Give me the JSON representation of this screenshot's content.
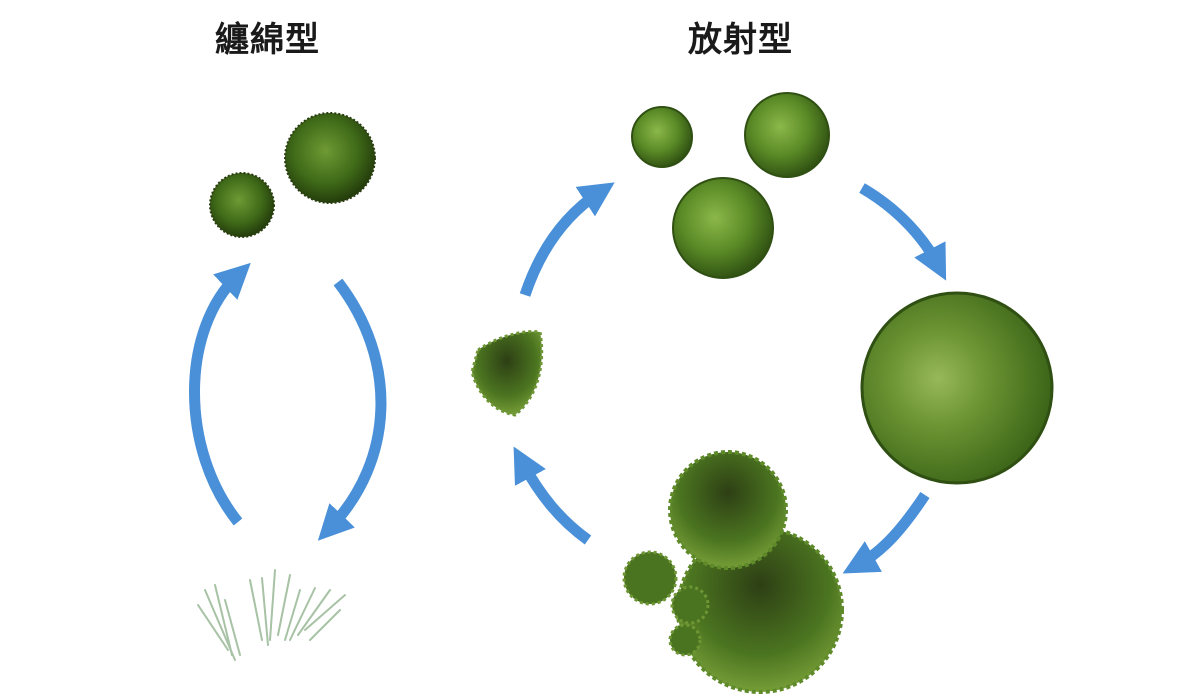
{
  "labels": {
    "left_title": "纏綿型",
    "right_title": "放射型"
  },
  "colors": {
    "arrow": "#4a90d9",
    "ball_light": "#7aa83a",
    "ball_mid": "#4c7a1e",
    "ball_dark": "#2c4a10",
    "grass": "#9bb79a"
  },
  "icons": {
    "left_cycle": [
      "small-ball",
      "large-ball",
      "grass-filaments"
    ],
    "right_cycle": [
      "small-balls-cluster",
      "large-ball",
      "fragmented-ball",
      "ball-fragment"
    ]
  }
}
